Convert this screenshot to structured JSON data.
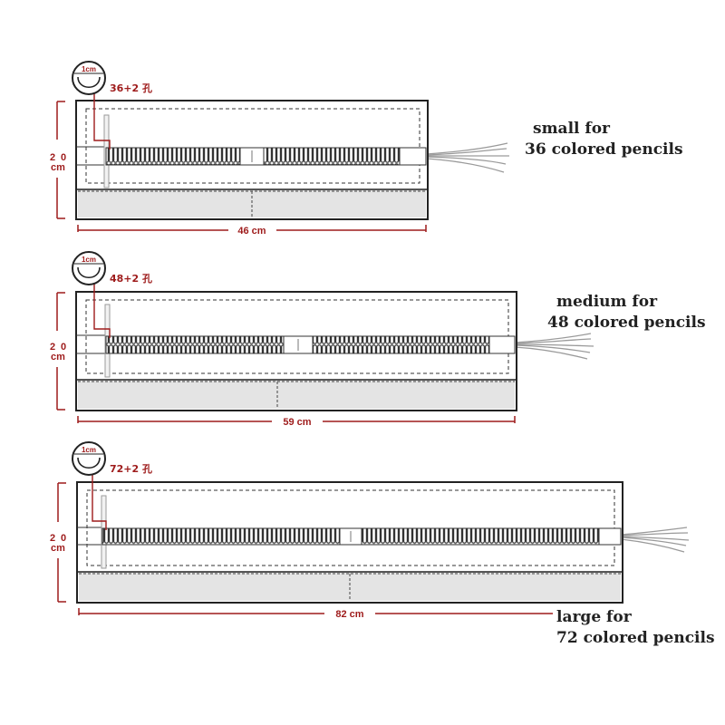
{
  "colors": {
    "dimension": "#9e1b1b",
    "outline": "#222222",
    "pocket_fill": "#e4e4e4",
    "loops": "#333333",
    "strap": "#9a9a9a"
  },
  "icon": "cross-section-icon",
  "variants": [
    {
      "id": "small",
      "loop_label": "1cm",
      "hole_label": "36+2 孔",
      "height_digit_a": "2",
      "height_digit_b": "0",
      "height_unit": "cm",
      "width_label": "46 cm",
      "caption_line1": "small for",
      "caption_line2": "36 colored pencils"
    },
    {
      "id": "medium",
      "loop_label": "1cm",
      "hole_label": "48+2 孔",
      "height_digit_a": "2",
      "height_digit_b": "0",
      "height_unit": "cm",
      "width_label": "59 cm",
      "caption_line1": "medium for",
      "caption_line2": "48 colored pencils"
    },
    {
      "id": "large",
      "loop_label": "1cm",
      "hole_label": "72+2 孔",
      "height_digit_a": "2",
      "height_digit_b": "0",
      "height_unit": "cm",
      "width_label": "82 cm",
      "caption_line1": "large for",
      "caption_line2": "72 colored pencils"
    }
  ]
}
